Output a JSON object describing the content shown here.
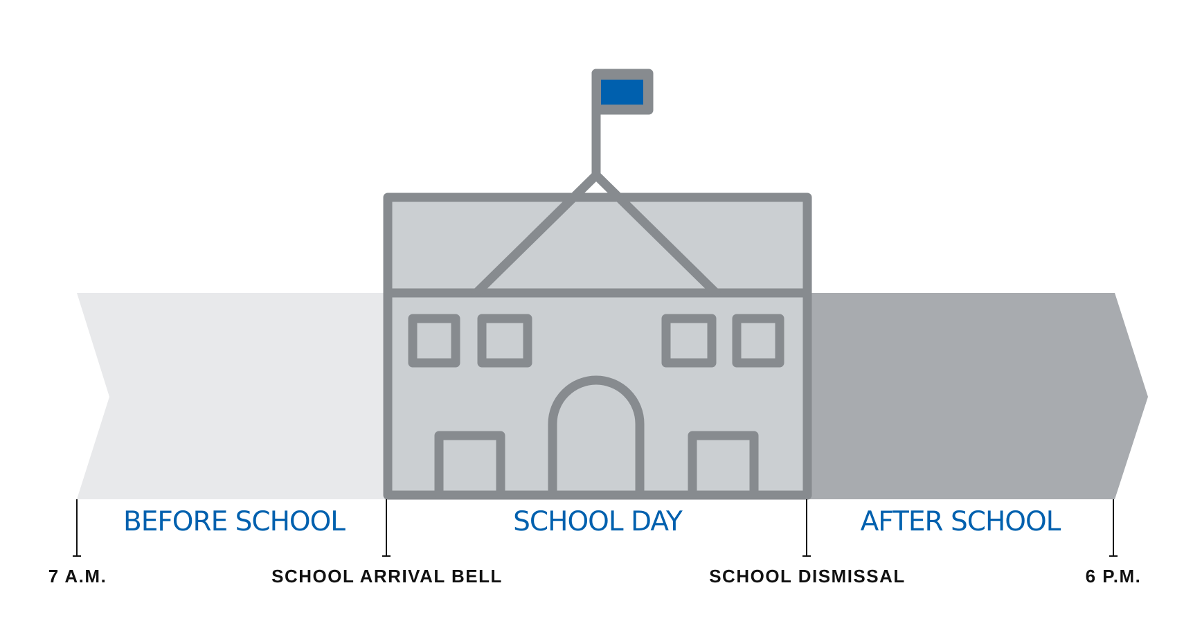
{
  "colors": {
    "accent_blue": "#0060AE",
    "building_stroke": "#878B8F",
    "building_fill": "#CBCFD2",
    "before_band": "#E8E9EB",
    "after_band": "#A8ABAF",
    "marker_text": "#111111"
  },
  "phases": [
    {
      "id": "before",
      "label": "BEFORE SCHOOL"
    },
    {
      "id": "during",
      "label": "SCHOOL DAY"
    },
    {
      "id": "after",
      "label": "AFTER SCHOOL"
    }
  ],
  "markers": [
    {
      "id": "start",
      "label": "7 A.M."
    },
    {
      "id": "arrival",
      "label": "SCHOOL ARRIVAL BELL"
    },
    {
      "id": "dismissal",
      "label": "SCHOOL DISMISSAL"
    },
    {
      "id": "end",
      "label": "6 P.M."
    }
  ],
  "icons": {
    "building": "school-building-icon",
    "flag": "flag-icon"
  }
}
